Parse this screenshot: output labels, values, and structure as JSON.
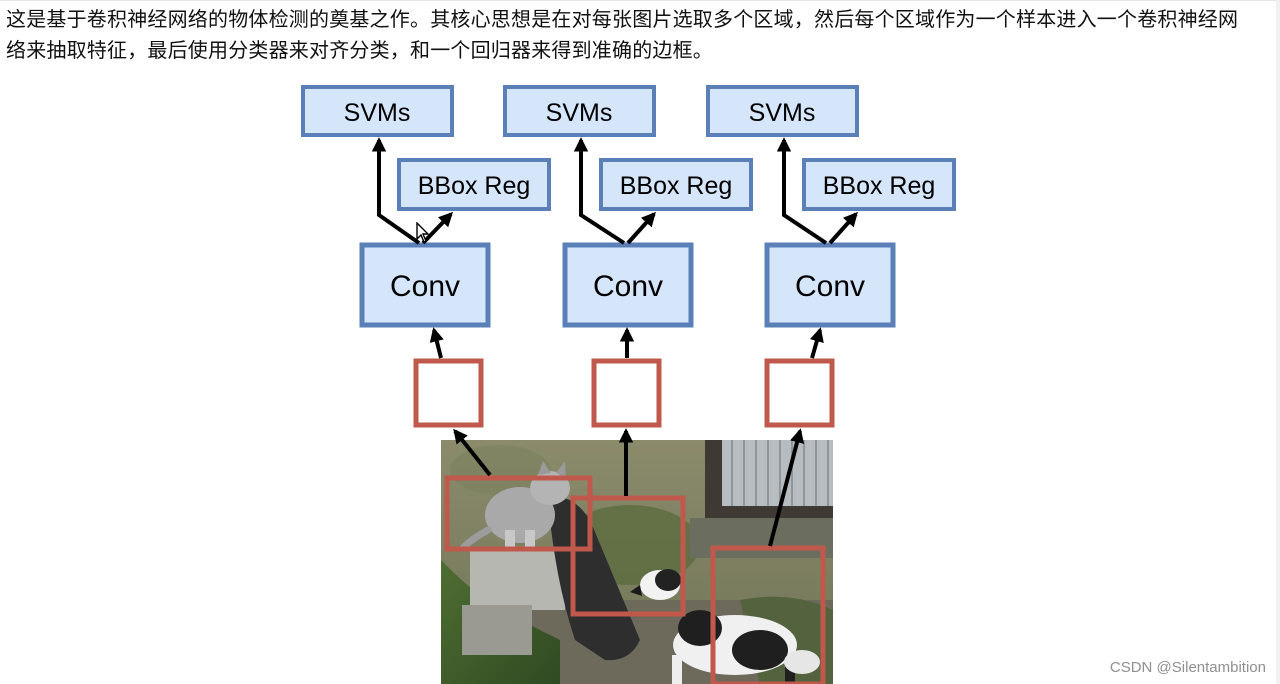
{
  "description_text": "这是基于卷积神经网络的物体检测的奠基之作。其核心思想是在对每张图片选取多个区域，然后每个区域作为一个样本进入一个卷积神经网络来抽取特征，最后使用分类器来对齐分类，和一个回归器来得到准确的边框。",
  "diagram": {
    "branches": [
      {
        "classifier_label": "SVMs",
        "regressor_label": "BBox Reg",
        "backbone_label": "Conv"
      },
      {
        "classifier_label": "SVMs",
        "regressor_label": "BBox Reg",
        "backbone_label": "Conv"
      },
      {
        "classifier_label": "SVMs",
        "regressor_label": "BBox Reg",
        "backbone_label": "Conv"
      }
    ],
    "colors": {
      "module_fill": "#d5e6fb",
      "module_border": "#5b80b7",
      "region_border": "#c0584c",
      "arrow": "#000000"
    }
  },
  "watermark": "CSDN @Silentambition"
}
